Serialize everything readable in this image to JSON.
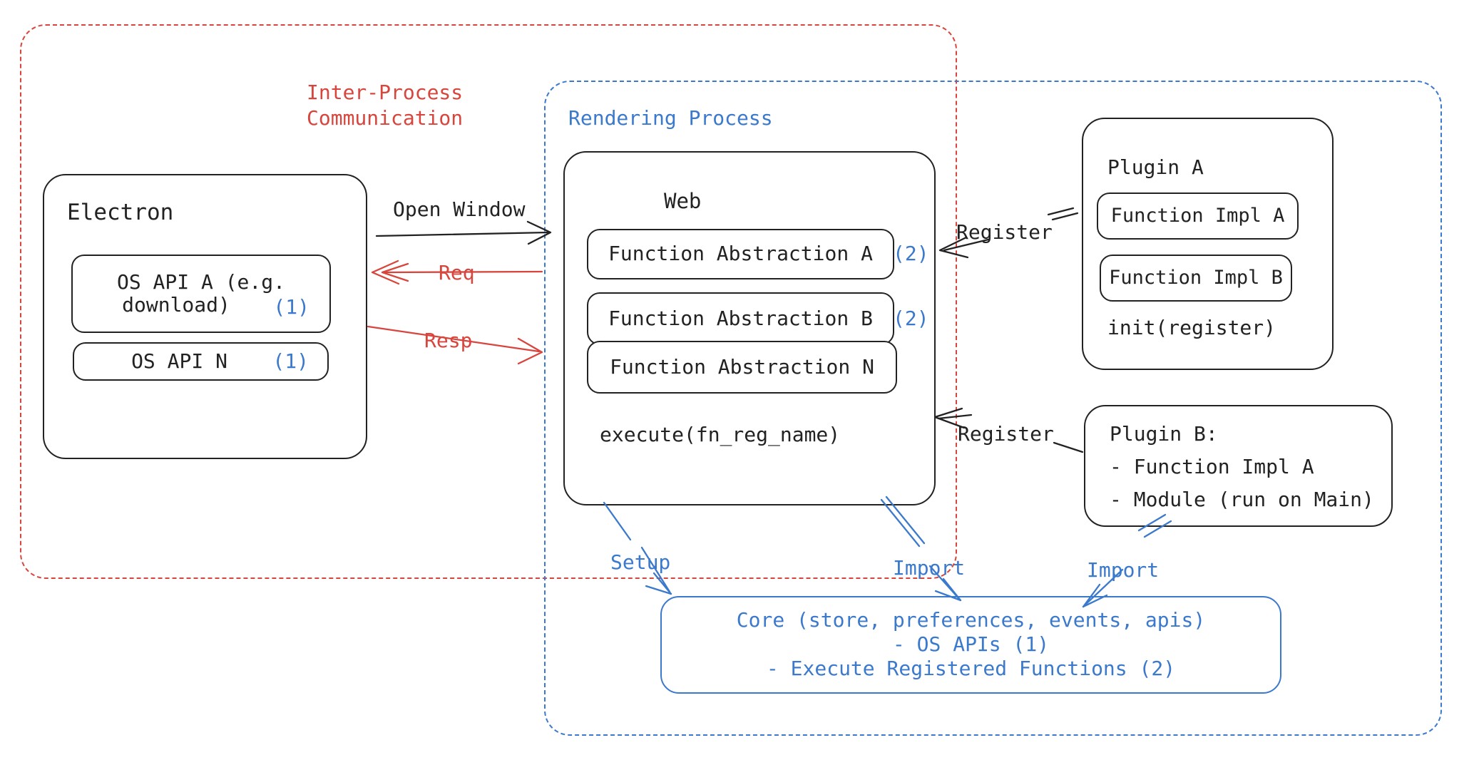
{
  "regions": {
    "ipc": {
      "label_lines": [
        "Inter-Process",
        "Communication"
      ]
    },
    "rendering": {
      "label": "Rendering Process"
    }
  },
  "electron": {
    "title": "Electron",
    "os_api_a_line1": "OS API A (e.g.",
    "os_api_a_line2": "download)",
    "os_api_a_ref": "(1)",
    "os_api_n": "OS API N",
    "os_api_n_ref": "(1)"
  },
  "web": {
    "title": "Web",
    "fa_a": "Function Abstraction A",
    "fa_a_ref": "(2)",
    "fa_b": "Function Abstraction B",
    "fa_b_ref": "(2)",
    "fa_n": "Function Abstraction N",
    "execute": "execute(fn_reg_name)"
  },
  "plugin_a": {
    "title": "Plugin A",
    "impl_a": "Function Impl A",
    "impl_b": "Function Impl B",
    "init": "init(register)"
  },
  "plugin_b": {
    "line1": "Plugin B:",
    "line2": "- Function Impl A",
    "line3": "- Module (run on Main)"
  },
  "core": {
    "line1": "Core (store, preferences, events, apis)",
    "line2": "- OS APIs (1)",
    "line3": "- Execute Registered Functions (2)"
  },
  "arrows": {
    "open_window": "Open Window",
    "req": "Req",
    "resp": "Resp",
    "register_a": "Register",
    "register_b": "Register",
    "setup": "Setup",
    "import_web": "Import",
    "import_plugin": "Import"
  },
  "colors": {
    "red": "#d8453d",
    "blue": "#3b79cc",
    "ink": "#222222"
  }
}
